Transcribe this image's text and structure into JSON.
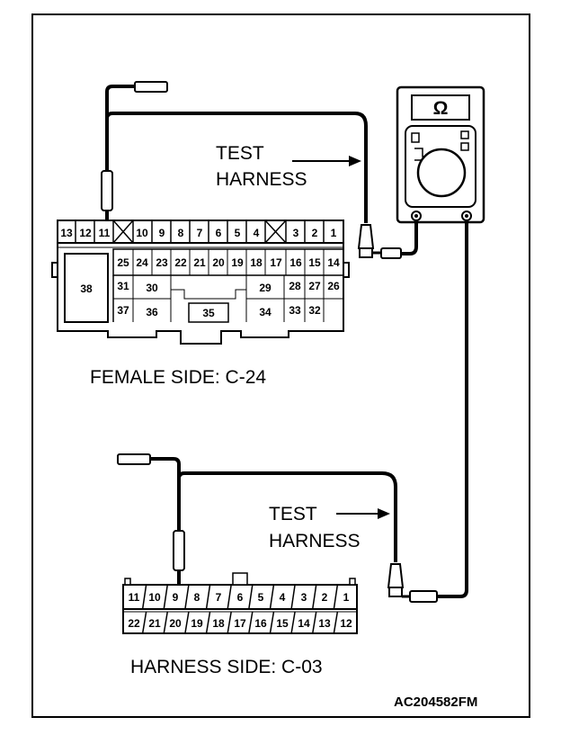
{
  "labels": {
    "test_harness_top_line1": "TEST",
    "test_harness_top_line2": "HARNESS",
    "test_harness_bottom_line1": "TEST",
    "test_harness_bottom_line2": "HARNESS",
    "female_side": "FEMALE SIDE: C-24",
    "harness_side": "HARNESS SIDE: C-03",
    "figure_code": "AC204582FM",
    "ohm_symbol": "Ω"
  },
  "connector_c24": {
    "row1_left": [
      "13",
      "12",
      "11"
    ],
    "row1_mid": [
      "10",
      "9",
      "8",
      "7",
      "6",
      "5",
      "4"
    ],
    "row1_right": [
      "3",
      "2",
      "1"
    ],
    "row2": [
      "25",
      "24",
      "23",
      "22",
      "21",
      "20",
      "19",
      "18",
      "17",
      "16",
      "15",
      "14"
    ],
    "big_left": "38",
    "row3": [
      "31",
      "30",
      "29",
      "28",
      "27",
      "26"
    ],
    "row4": [
      "37",
      "36",
      "35",
      "34",
      "33",
      "32"
    ]
  },
  "connector_c03": {
    "row1": [
      "11",
      "10",
      "9",
      "8",
      "7",
      "6",
      "5",
      "4",
      "3",
      "2",
      "1"
    ],
    "row2": [
      "22",
      "21",
      "20",
      "19",
      "18",
      "17",
      "16",
      "15",
      "14",
      "13",
      "12"
    ]
  },
  "icons": [
    "ohmmeter-icon",
    "probe-icon",
    "alligator-clip-icon"
  ]
}
